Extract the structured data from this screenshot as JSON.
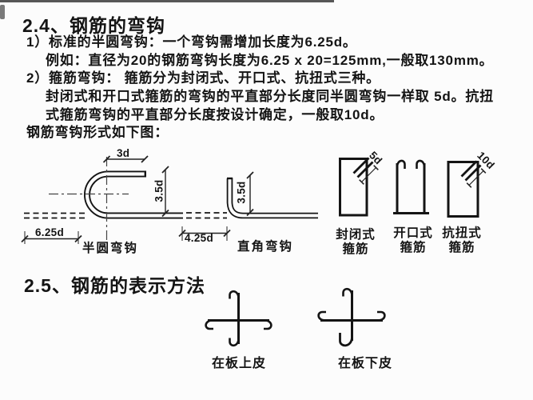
{
  "colors": {
    "ink": "#141414",
    "paper": "#fcfcfc"
  },
  "section_hooks": {
    "title": "2.4、钢筋的弯钩",
    "body": [
      "1）标准的半圆弯钩：一个弯钩需增加长度为6.25d。",
      "例如：直径为20的钢筋弯钩长度为6.25 x 20=125mm,一般取130mm。",
      "2）箍筋弯钩： 箍筋分为封闭式、开口式、抗扭式三种。",
      "封闭式和开口式箍筋的弯钩的平直部分长度同半圆弯钩一样取 5d。抗扭",
      "式箍筋弯钩的平直部分长度按设计确定，一般取10d。",
      "钢筋弯钩形式如下图："
    ],
    "semi_hook": {
      "label": "半圆弯钩",
      "dim_top": "3d",
      "dim_side": "3.5d",
      "dim_bottom": "6.25d"
    },
    "right_hook": {
      "label": "直角弯钩",
      "dim_side": "3.5d",
      "dim_bottom": "4.25d"
    },
    "stirrups": [
      {
        "label_line1": "封闭式",
        "label_line2": "箍筋",
        "dim": "5d"
      },
      {
        "label_line1": "开口式",
        "label_line2": "箍筋"
      },
      {
        "label_line1": "抗扭式",
        "label_line2": "箍筋",
        "dim": "10d"
      }
    ]
  },
  "section_notation": {
    "title": "2.5、钢筋的表示方法",
    "symbols": [
      {
        "label": "在板上皮"
      },
      {
        "label": "在板下皮"
      }
    ]
  }
}
